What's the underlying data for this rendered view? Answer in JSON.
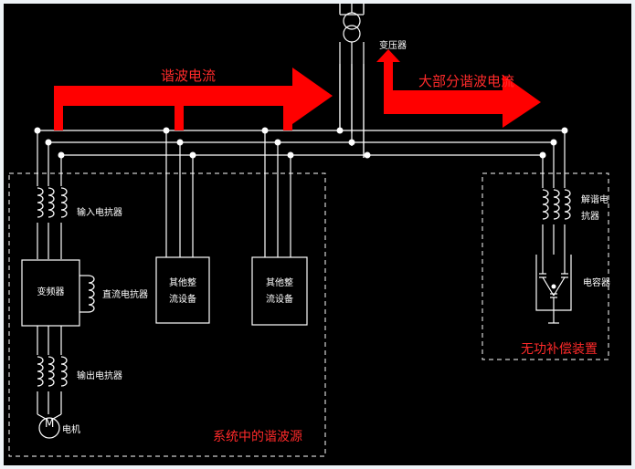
{
  "labels": {
    "harmonic_current": "谐波电流",
    "most_harmonic_current": "大部分谐波电流",
    "transformer": "变压器",
    "input_reactor": "输入电抗器",
    "vfd": "变频器",
    "dc_reactor": "直流电抗器",
    "output_reactor": "输出电抗器",
    "motor": "电机",
    "motor_symbol": "M",
    "other_rectifier_1_line1": "其他整",
    "other_rectifier_1_line2": "流设备",
    "other_rectifier_2_line1": "其他整",
    "other_rectifier_2_line2": "流设备",
    "tuning_reactor_line1": "解谐电",
    "tuning_reactor_line2": "抗器",
    "capacitor": "电容器",
    "harmonic_sources": "系统中的谐波源",
    "reactive_compensation": "无功补偿装置"
  },
  "colors": {
    "background": "#000000",
    "wire": "#ffffff",
    "harmonic_arrow": "#ff0000",
    "caption": "#ff2a2a",
    "frame": "#eef3f7"
  }
}
